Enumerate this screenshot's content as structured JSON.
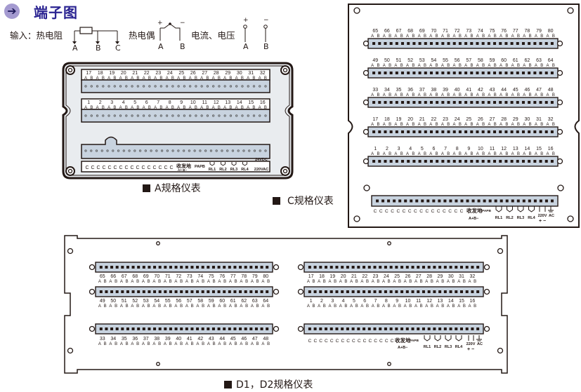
{
  "header": {
    "title": "端子图",
    "icon": "arrow-right-circle-icon",
    "accent_color": "#2a2391",
    "icon_color": "#a49ad0"
  },
  "input_legend": {
    "prefix": "输入：热电阻",
    "rtd_terminals": [
      "A",
      "B",
      "C"
    ],
    "thermocouple_label": "热电偶",
    "thermocouple_polarity": [
      "+",
      "−"
    ],
    "thermocouple_terminals": [
      "A",
      "B"
    ],
    "current_voltage_label": "电流、电压",
    "current_voltage_polarity": [
      "+",
      "−"
    ],
    "current_voltage_terminals": [
      "A",
      "B"
    ]
  },
  "panel_a": {
    "caption": "A规格仪表",
    "row_top_numbers": [
      "17",
      "18",
      "19",
      "20",
      "21",
      "22",
      "23",
      "24",
      "25",
      "26",
      "27",
      "28",
      "29",
      "30",
      "31",
      "32"
    ],
    "row_bottom_numbers": [
      "1",
      "2",
      "3",
      "4",
      "5",
      "6",
      "7",
      "8",
      "9",
      "10",
      "11",
      "12",
      "13",
      "14",
      "15",
      "16"
    ],
    "pin_sub_labels": [
      "A",
      "B"
    ],
    "bottom_c_count": 16,
    "bottom_c_label": "C",
    "comm_label": "收发地",
    "comm_sub": "A+ B−",
    "papb_label": "PAPB",
    "relays": [
      "RL1",
      "RL2",
      "RL3",
      "RL4"
    ],
    "power_dc_label": "24VDC",
    "power_ac_label": "220VAC"
  },
  "panel_c": {
    "caption": "C规格仪表",
    "rows": [
      [
        "65",
        "66",
        "67",
        "68",
        "69",
        "70",
        "71",
        "72",
        "73",
        "74",
        "75",
        "76",
        "77",
        "78",
        "79",
        "80"
      ],
      [
        "49",
        "50",
        "51",
        "52",
        "53",
        "54",
        "55",
        "56",
        "57",
        "58",
        "59",
        "60",
        "61",
        "62",
        "63",
        "64"
      ],
      [
        "33",
        "34",
        "35",
        "36",
        "37",
        "38",
        "39",
        "40",
        "41",
        "42",
        "43",
        "44",
        "45",
        "46",
        "47",
        "48"
      ],
      [
        "17",
        "18",
        "19",
        "20",
        "21",
        "22",
        "23",
        "24",
        "25",
        "26",
        "27",
        "28",
        "29",
        "30",
        "31",
        "32"
      ],
      [
        "1",
        "2",
        "3",
        "4",
        "5",
        "6",
        "7",
        "8",
        "9",
        "10",
        "11",
        "12",
        "13",
        "14",
        "15",
        "16"
      ]
    ],
    "pin_sub_labels": [
      "A",
      "B"
    ],
    "bottom_c_count": 16,
    "bottom_c_label": "C",
    "comm_label": "收发地",
    "comm_sub": "A+B−",
    "papb_label": "PAPB",
    "relays": [
      "RL1",
      "RL2",
      "RL3",
      "RL4"
    ],
    "power_label": "220V",
    "power_polarity": "+ −",
    "ac_label": "AC"
  },
  "panel_d": {
    "caption": "D1，D2规格仪表",
    "left_rows": [
      [
        "65",
        "66",
        "67",
        "68",
        "69",
        "70",
        "71",
        "72",
        "73",
        "74",
        "75",
        "76",
        "77",
        "78",
        "79",
        "80"
      ],
      [
        "49",
        "50",
        "51",
        "52",
        "53",
        "54",
        "55",
        "56",
        "57",
        "58",
        "59",
        "60",
        "61",
        "62",
        "63",
        "64"
      ],
      [
        "33",
        "34",
        "35",
        "36",
        "37",
        "38",
        "39",
        "40",
        "41",
        "42",
        "43",
        "44",
        "45",
        "46",
        "47",
        "48"
      ]
    ],
    "right_rows": [
      [
        "17",
        "18",
        "19",
        "20",
        "21",
        "22",
        "23",
        "24",
        "25",
        "26",
        "27",
        "28",
        "29",
        "30",
        "31",
        "32"
      ],
      [
        "1",
        "2",
        "3",
        "4",
        "5",
        "6",
        "7",
        "8",
        "9",
        "10",
        "11",
        "12",
        "13",
        "14",
        "15",
        "16"
      ]
    ],
    "pin_sub_labels": [
      "A",
      "B"
    ],
    "bottom_c_count": 16,
    "bottom_c_label": "C",
    "comm_label": "收发地",
    "comm_sub": "A+B−",
    "papb_label": "PAPB",
    "relays": [
      "RL1",
      "RL2",
      "RL3",
      "RL4"
    ],
    "power_label": "220V",
    "power_polarity": "+ −",
    "ac_label": "AC"
  },
  "colors": {
    "strip_fill": "#c8d3df",
    "panel_a_fill": "#e9ecef",
    "line": "#231815"
  }
}
